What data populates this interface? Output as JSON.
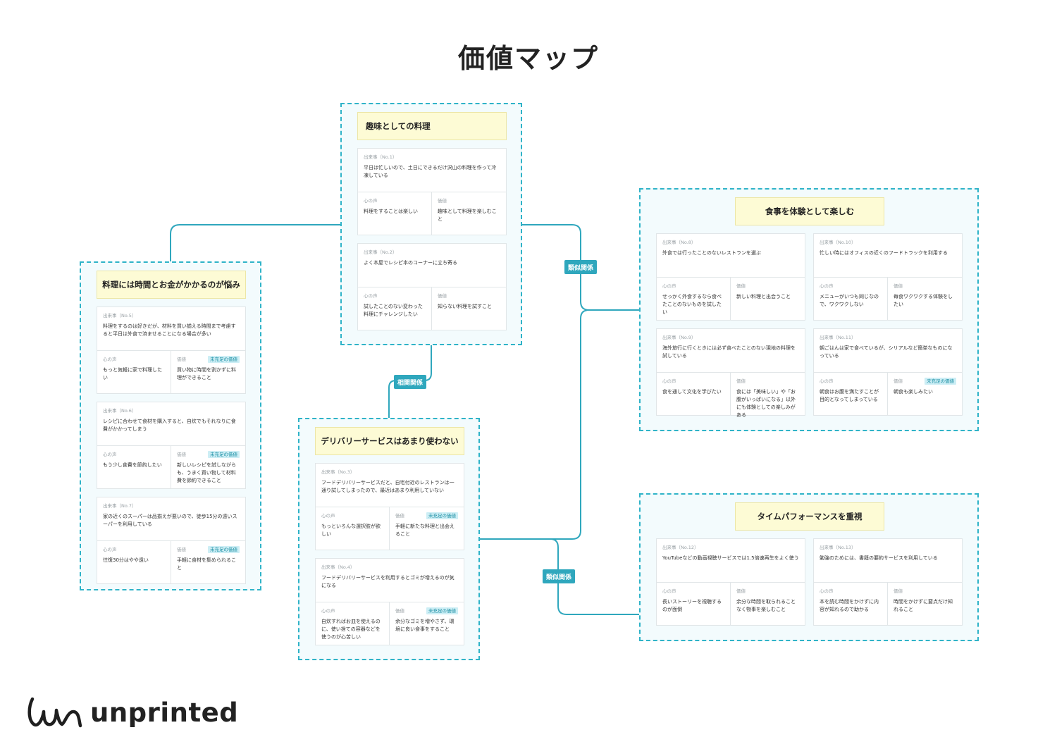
{
  "page": {
    "title": "価値マップ"
  },
  "labels": {
    "event": "出来事",
    "voice": "心の声",
    "value": "価値",
    "unfulfilled": "未充足の価値"
  },
  "relations": {
    "similar_1": "類似関係",
    "similar_2": "類似関係",
    "correlation": "相関関係"
  },
  "groups": {
    "hobby": {
      "title": "趣味としての料理",
      "cards": [
        {
          "no": "（No.1）",
          "event": "平日は忙しいので、土日にできるだけ沢山の料理を作って冷凍している",
          "voice": "料理をすることは楽しい",
          "value": "趣味として料理を楽しむこと"
        },
        {
          "no": "（No.2）",
          "event": "よく本屋でレシピ本のコーナーに立ち寄る",
          "voice": "試したことのない変わった料理にチャレンジしたい",
          "value": "知らない料理を試すこと"
        }
      ]
    },
    "cost": {
      "title": "料理には時間とお金がかかるのが悩み",
      "cards": [
        {
          "no": "（No.5）",
          "event": "料理をするのは好きだが、材料を買い揃える時間まで考慮すると平日は外食で済ませることになる場合が多い",
          "voice": "もっと気軽に家で料理したい",
          "value": "買い物に時間を割かずに料理ができること"
        },
        {
          "no": "（No.6）",
          "event": "レシピに合わせて食材を購入すると、自炊でもそれなりに食費がかかってしまう",
          "voice": "もう少し食費を節約したい",
          "value": "新しいレシピを試しながらも、うまく買い物して材料費を節約できること"
        },
        {
          "no": "（No.7）",
          "event": "家の近くのスーパーは品揃えが悪いので、徒歩15分の遠いスーパーを利用している",
          "voice": "往復30分はやや遠い",
          "value": "手軽に食材を集められること"
        }
      ]
    },
    "delivery": {
      "title": "デリバリーサービスはあまり使わない",
      "cards": [
        {
          "no": "（No.3）",
          "event": "フードデリバリーサービスだと、自宅付近のレストランは一通り試してしまったので、最近はあまり利用していない",
          "voice": "もっといろんな選択肢が欲しい",
          "value": "手軽に新たな料理と出会えること"
        },
        {
          "no": "（No.4）",
          "event": "フードデリバリーサービスを利用するとゴミが増えるのが気になる",
          "voice": "自炊すればお皿を使えるのに、使い捨ての容器などを使うのが心苦しい",
          "value": "余分なゴミを増やさず、環境に良い食事をすること"
        }
      ]
    },
    "experience": {
      "title": "食事を体験として楽しむ",
      "cards": [
        {
          "no": "（No.8）",
          "event": "外食では行ったことのないレストランを選ぶ",
          "voice": "せっかく外食するなら食べたことのないものを試したい",
          "value": "新しい料理と出会うこと"
        },
        {
          "no": "（No.10）",
          "event": "忙しい時にはオフィスの近くのフードトラックを利用する",
          "voice": "メニューがいつも同じなので、ワクワクしない",
          "value": "毎食ワクワクする体験をしたい"
        },
        {
          "no": "（No.9）",
          "event": "海外旅行に行くときには必ず食べたことのない現地の料理を試している",
          "voice": "食を通して文化を学びたい",
          "value": "食には「美味しい」や「お腹がいっぱいになる」以外にも体験としての楽しみがある"
        },
        {
          "no": "（No.11）",
          "event": "朝ごはんは家で食べているが、シリアルなど簡単なものになっている",
          "voice": "朝食はお腹を満たすことが目的となってしまっている",
          "value": "朝食も楽しみたい"
        }
      ]
    },
    "timeperf": {
      "title": "タイムパフォーマンスを重視",
      "cards": [
        {
          "no": "（No.12）",
          "event": "YouTubeなどの動画視聴サービスでは1.5倍速再生をよく使う",
          "voice": "長いストーリーを視聴するのが面倒",
          "value": "余分な時間を取られることなく物事を楽しむこと"
        },
        {
          "no": "（No.13）",
          "event": "勉強のためには、書籍の要約サービスを利用している",
          "voice": "本を読む時間をかけずに内容が知れるので助かる",
          "value": "時間をかけずに要点だけ知れること"
        }
      ]
    }
  },
  "brand": {
    "logo_text": "unprinted"
  },
  "colors": {
    "accent": "#2fb3c8",
    "relation_tag": "#2fa7bd",
    "title_bg": "#fdfbd5",
    "badge_bg": "#cdeef5"
  }
}
